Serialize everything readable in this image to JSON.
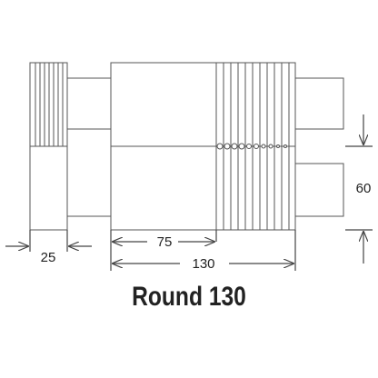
{
  "diagram": {
    "caption": "Round 130",
    "line_color": "#555555",
    "dimensions": {
      "ring_width": "25",
      "body_length": "75",
      "total_length": "130",
      "height": "60"
    }
  }
}
